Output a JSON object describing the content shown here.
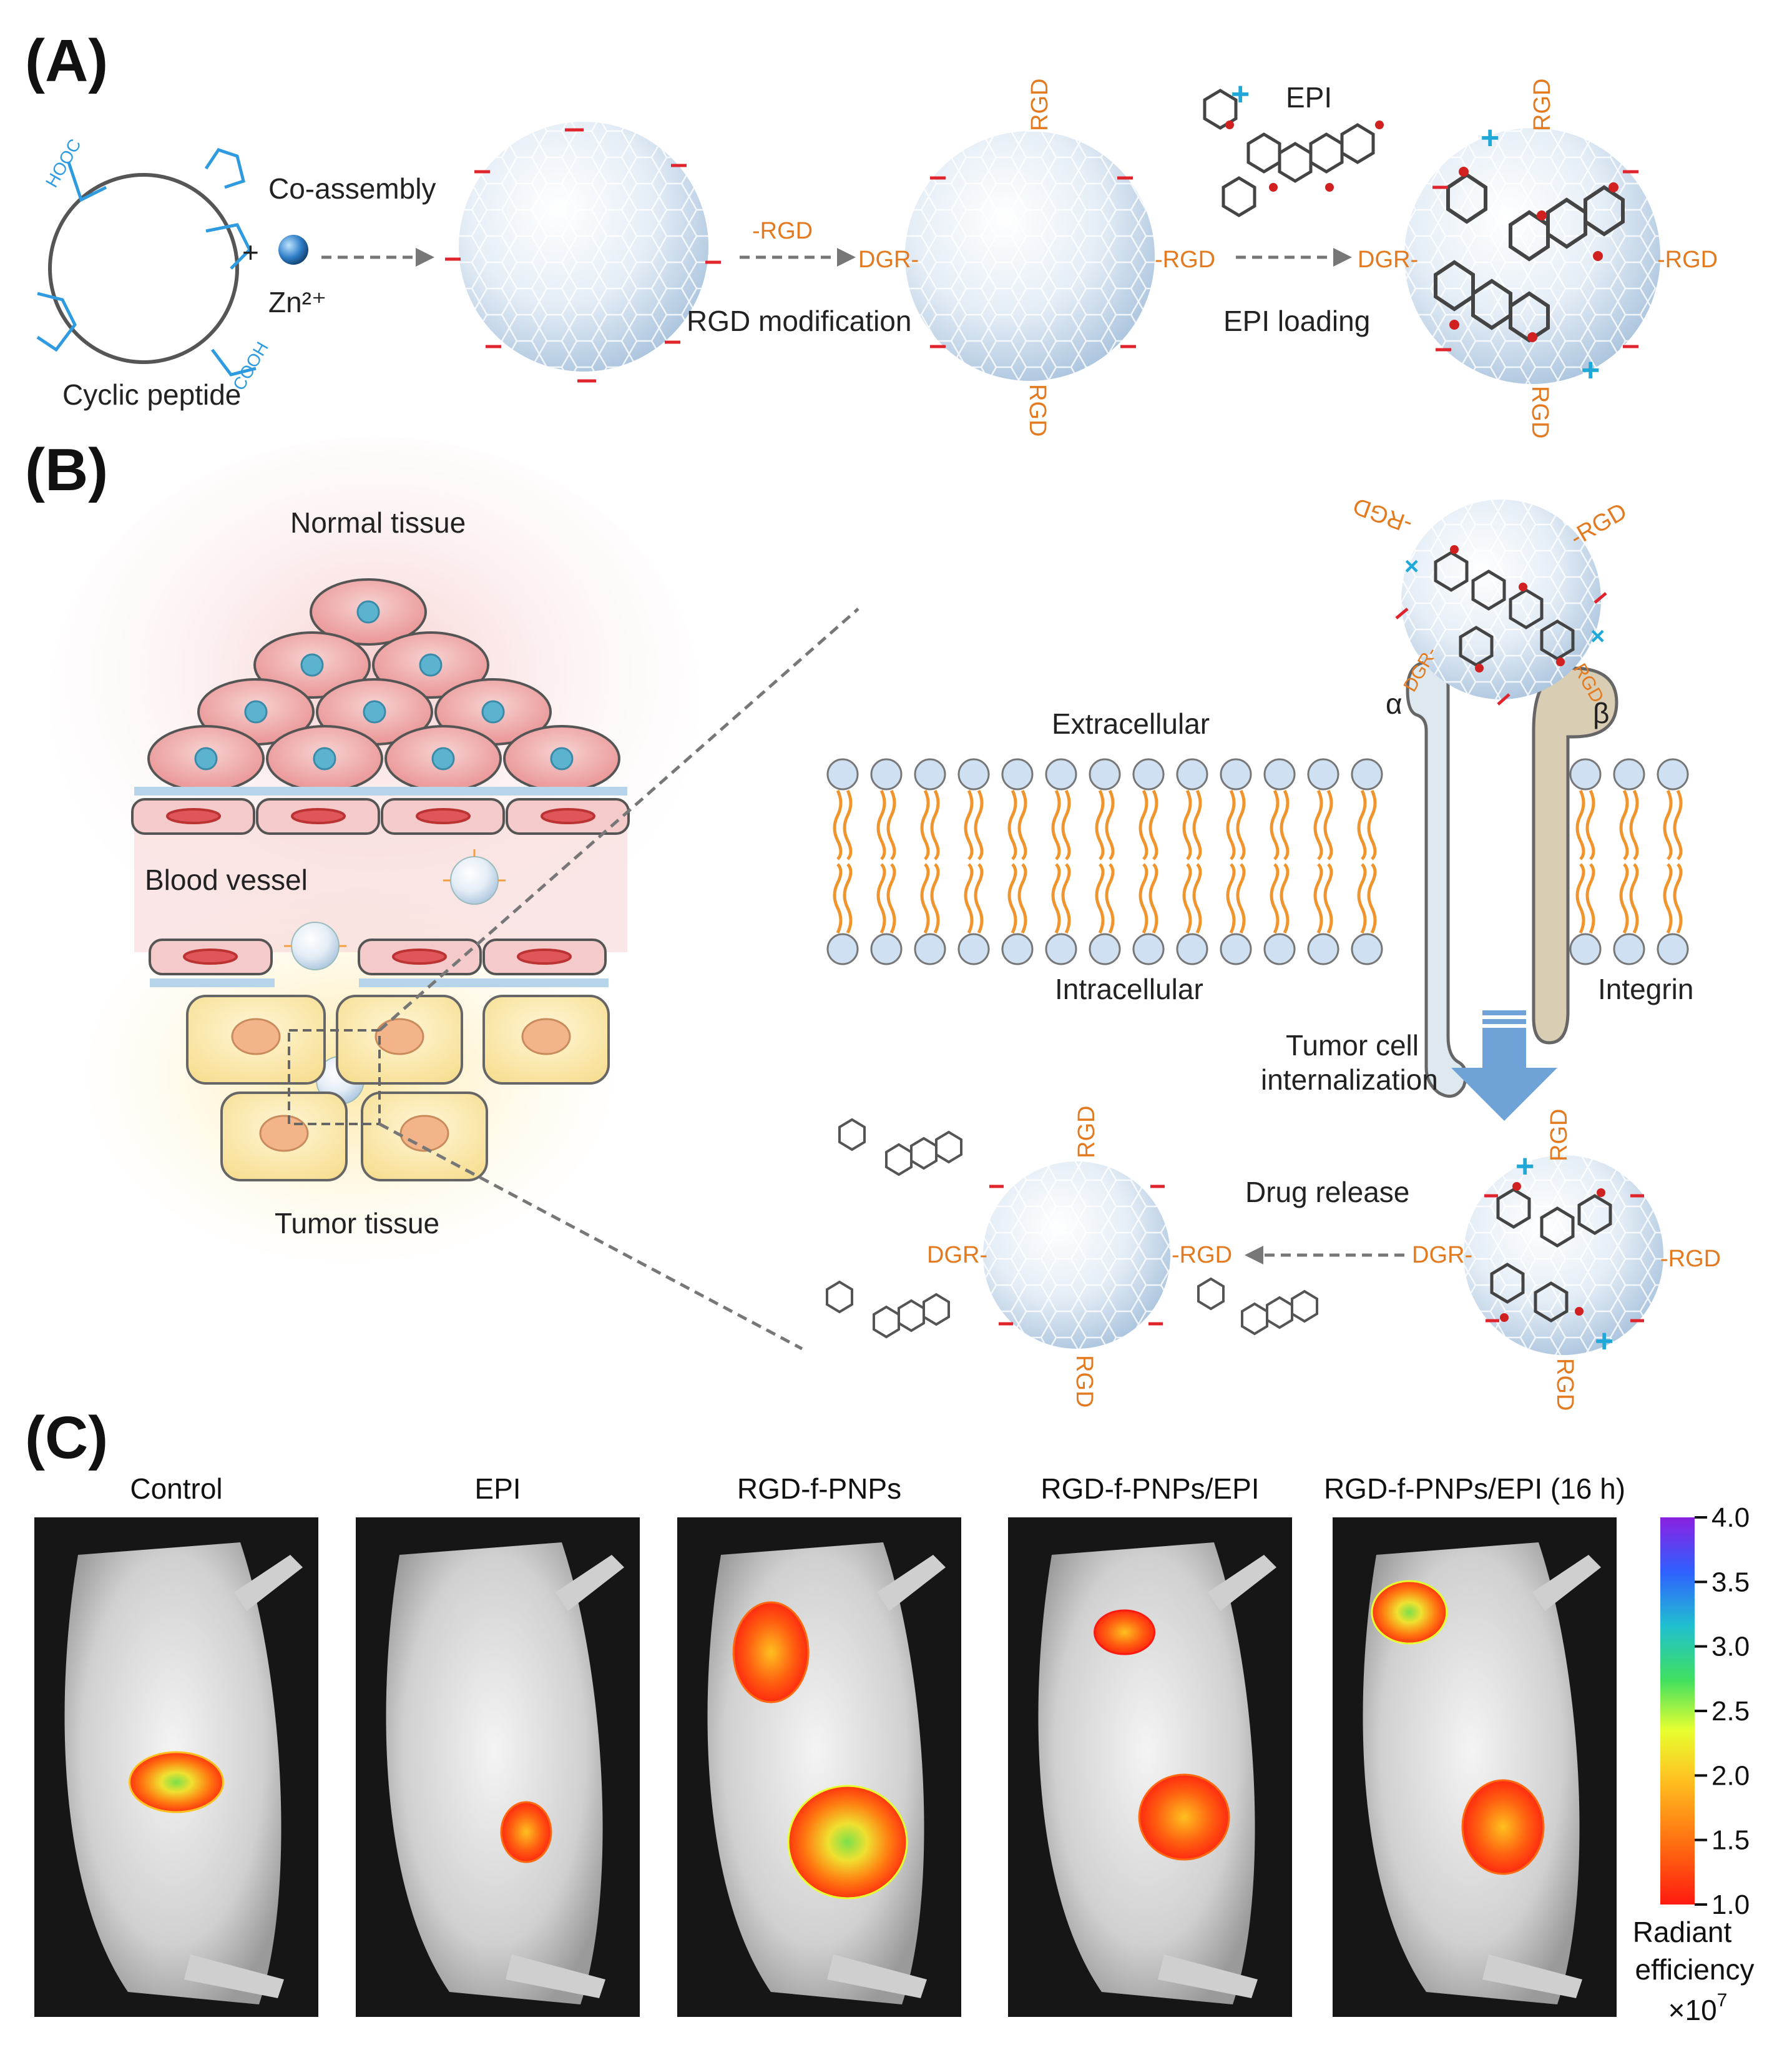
{
  "panels": {
    "a": "(A)",
    "b": "(B)",
    "c": "(C)"
  },
  "panel_a": {
    "cyclic_peptide": "Cyclic peptide",
    "co_assembly": "Co-assembly",
    "plus": "+",
    "zn": "Zn²⁺",
    "rgd_label": "-RGD",
    "rgd_modification": "RGD modification",
    "epi": "EPI",
    "epi_loading": "EPI loading",
    "rgd_tag": "-RGD",
    "dgr_tag": "DGR-",
    "rgd_vertical": "RGD",
    "cooh_top": "HOOC",
    "cooh_bottom": "COOH"
  },
  "panel_b": {
    "normal_tissue": "Normal tissue",
    "blood_vessel": "Blood vessel",
    "tumor_tissue": "Tumor tissue",
    "extracellular": "Extracellular",
    "intracellular": "Intracellular",
    "integrin": "Integrin",
    "alpha": "α",
    "beta": "β",
    "internalization_1": "Tumor cell",
    "internalization_2": "internalization",
    "drug_release": "Drug release",
    "rgd_tag": "-RGD",
    "dgr_tag": "DGR-",
    "rgd_vertical": "RGD"
  },
  "panel_c": {
    "mice": [
      {
        "title": "Control",
        "signals": [
          {
            "level": 2.0
          }
        ]
      },
      {
        "title": "EPI",
        "signals": [
          {
            "level": 1.4
          }
        ]
      },
      {
        "title": "RGD-f-PNPs",
        "signals": [
          {
            "level": 1.5
          },
          {
            "level": 2.3
          }
        ]
      },
      {
        "title": "RGD-f-PNPs/EPI",
        "signals": [
          {
            "level": 1.2
          },
          {
            "level": 1.4
          }
        ]
      },
      {
        "title": "RGD-f-PNPs/EPI (16 h)",
        "signals": [
          {
            "level": 2.1
          },
          {
            "level": 1.3
          }
        ]
      }
    ],
    "colorbar": {
      "ticks": [
        "4.0",
        "3.5",
        "3.0",
        "2.5",
        "2.0",
        "1.5",
        "1.0"
      ],
      "min": 1.0,
      "max": 4.0,
      "label_1": "Radiant",
      "label_2": "efficiency",
      "label_3": "×10",
      "label_exp": "7",
      "colors": [
        "#ff1a10",
        "#ff6a10",
        "#ffc020",
        "#e8ff30",
        "#40e060",
        "#20c0d0",
        "#3060ff",
        "#8a20e0"
      ]
    }
  },
  "colors": {
    "rgd_orange": "#e37a1f",
    "negative_red": "#e0242e",
    "positive_cyan": "#1fa8d8",
    "peptide_blue": "#2e9be0",
    "arrow_gray": "#777777",
    "down_arrow_blue": "#6fa3d8"
  }
}
